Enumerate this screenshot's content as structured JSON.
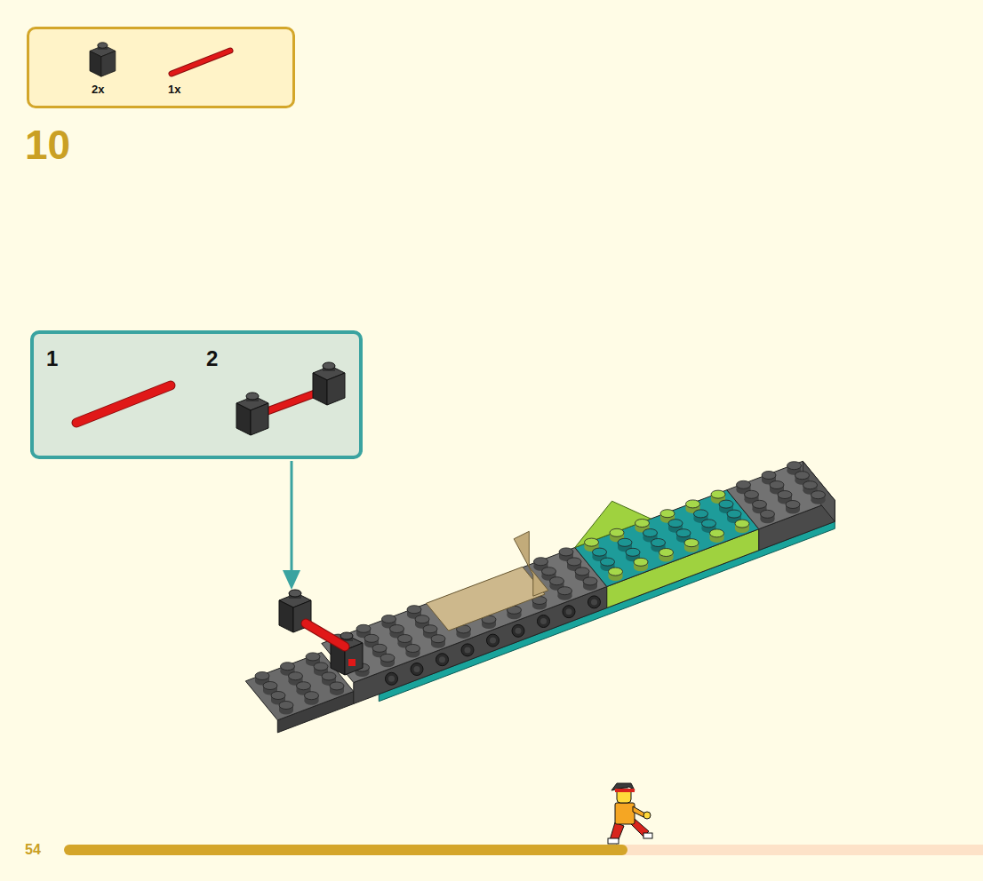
{
  "diagram": {
    "nodes": [
      {
        "text": [
          "2x",
          "1x"
        ]
      },
      {
        "text": [
          "1",
          "2"
        ]
      }
    ],
    "labels": [
      "10",
      "54"
    ]
  }
}
